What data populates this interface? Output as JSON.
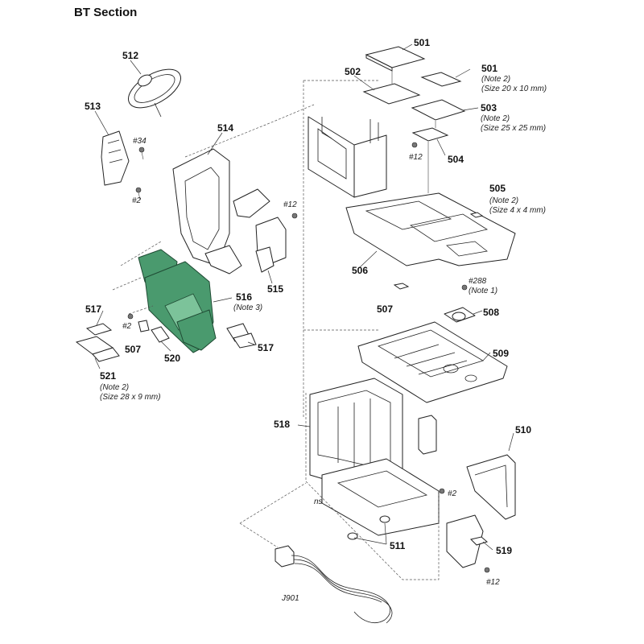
{
  "title": "BT Section",
  "labels": {
    "p501a": "501",
    "p501b": "501",
    "p501b_note": "(Note 2)",
    "p501b_size": "(Size 20 x 10 mm)",
    "p502": "502",
    "p503": "503",
    "p503_note": "(Note 2)",
    "p503_size": "(Size 25 x 25 mm)",
    "p504": "504",
    "p505": "505",
    "p505_note": "(Note 2)",
    "p505_size": "(Size 4 x 4 mm)",
    "p506": "506",
    "p507a": "507",
    "p507b": "507",
    "p508": "508",
    "p509": "509",
    "p510": "510",
    "p511": "511",
    "p512": "512",
    "p513": "513",
    "p514": "514",
    "p515": "515",
    "p516": "516",
    "p516_note": "(Note 3)",
    "p517a": "517",
    "p517b": "517",
    "p518": "518",
    "p519": "519",
    "p520": "520",
    "p521": "521",
    "p521_note": "(Note 2)",
    "p521_size": "(Size 28 x 9 mm)"
  },
  "screws": {
    "s34": "#34",
    "s2a": "#2",
    "s12a": "#12",
    "s12b": "#12",
    "s288": "#288",
    "s288_note": "(Note 1)",
    "s2b": "#2",
    "s2c": "#2",
    "s12c": "#12"
  },
  "misc": {
    "ns": "ns",
    "connector": "J901"
  },
  "colors": {
    "highlight": "#4a9a6e"
  }
}
